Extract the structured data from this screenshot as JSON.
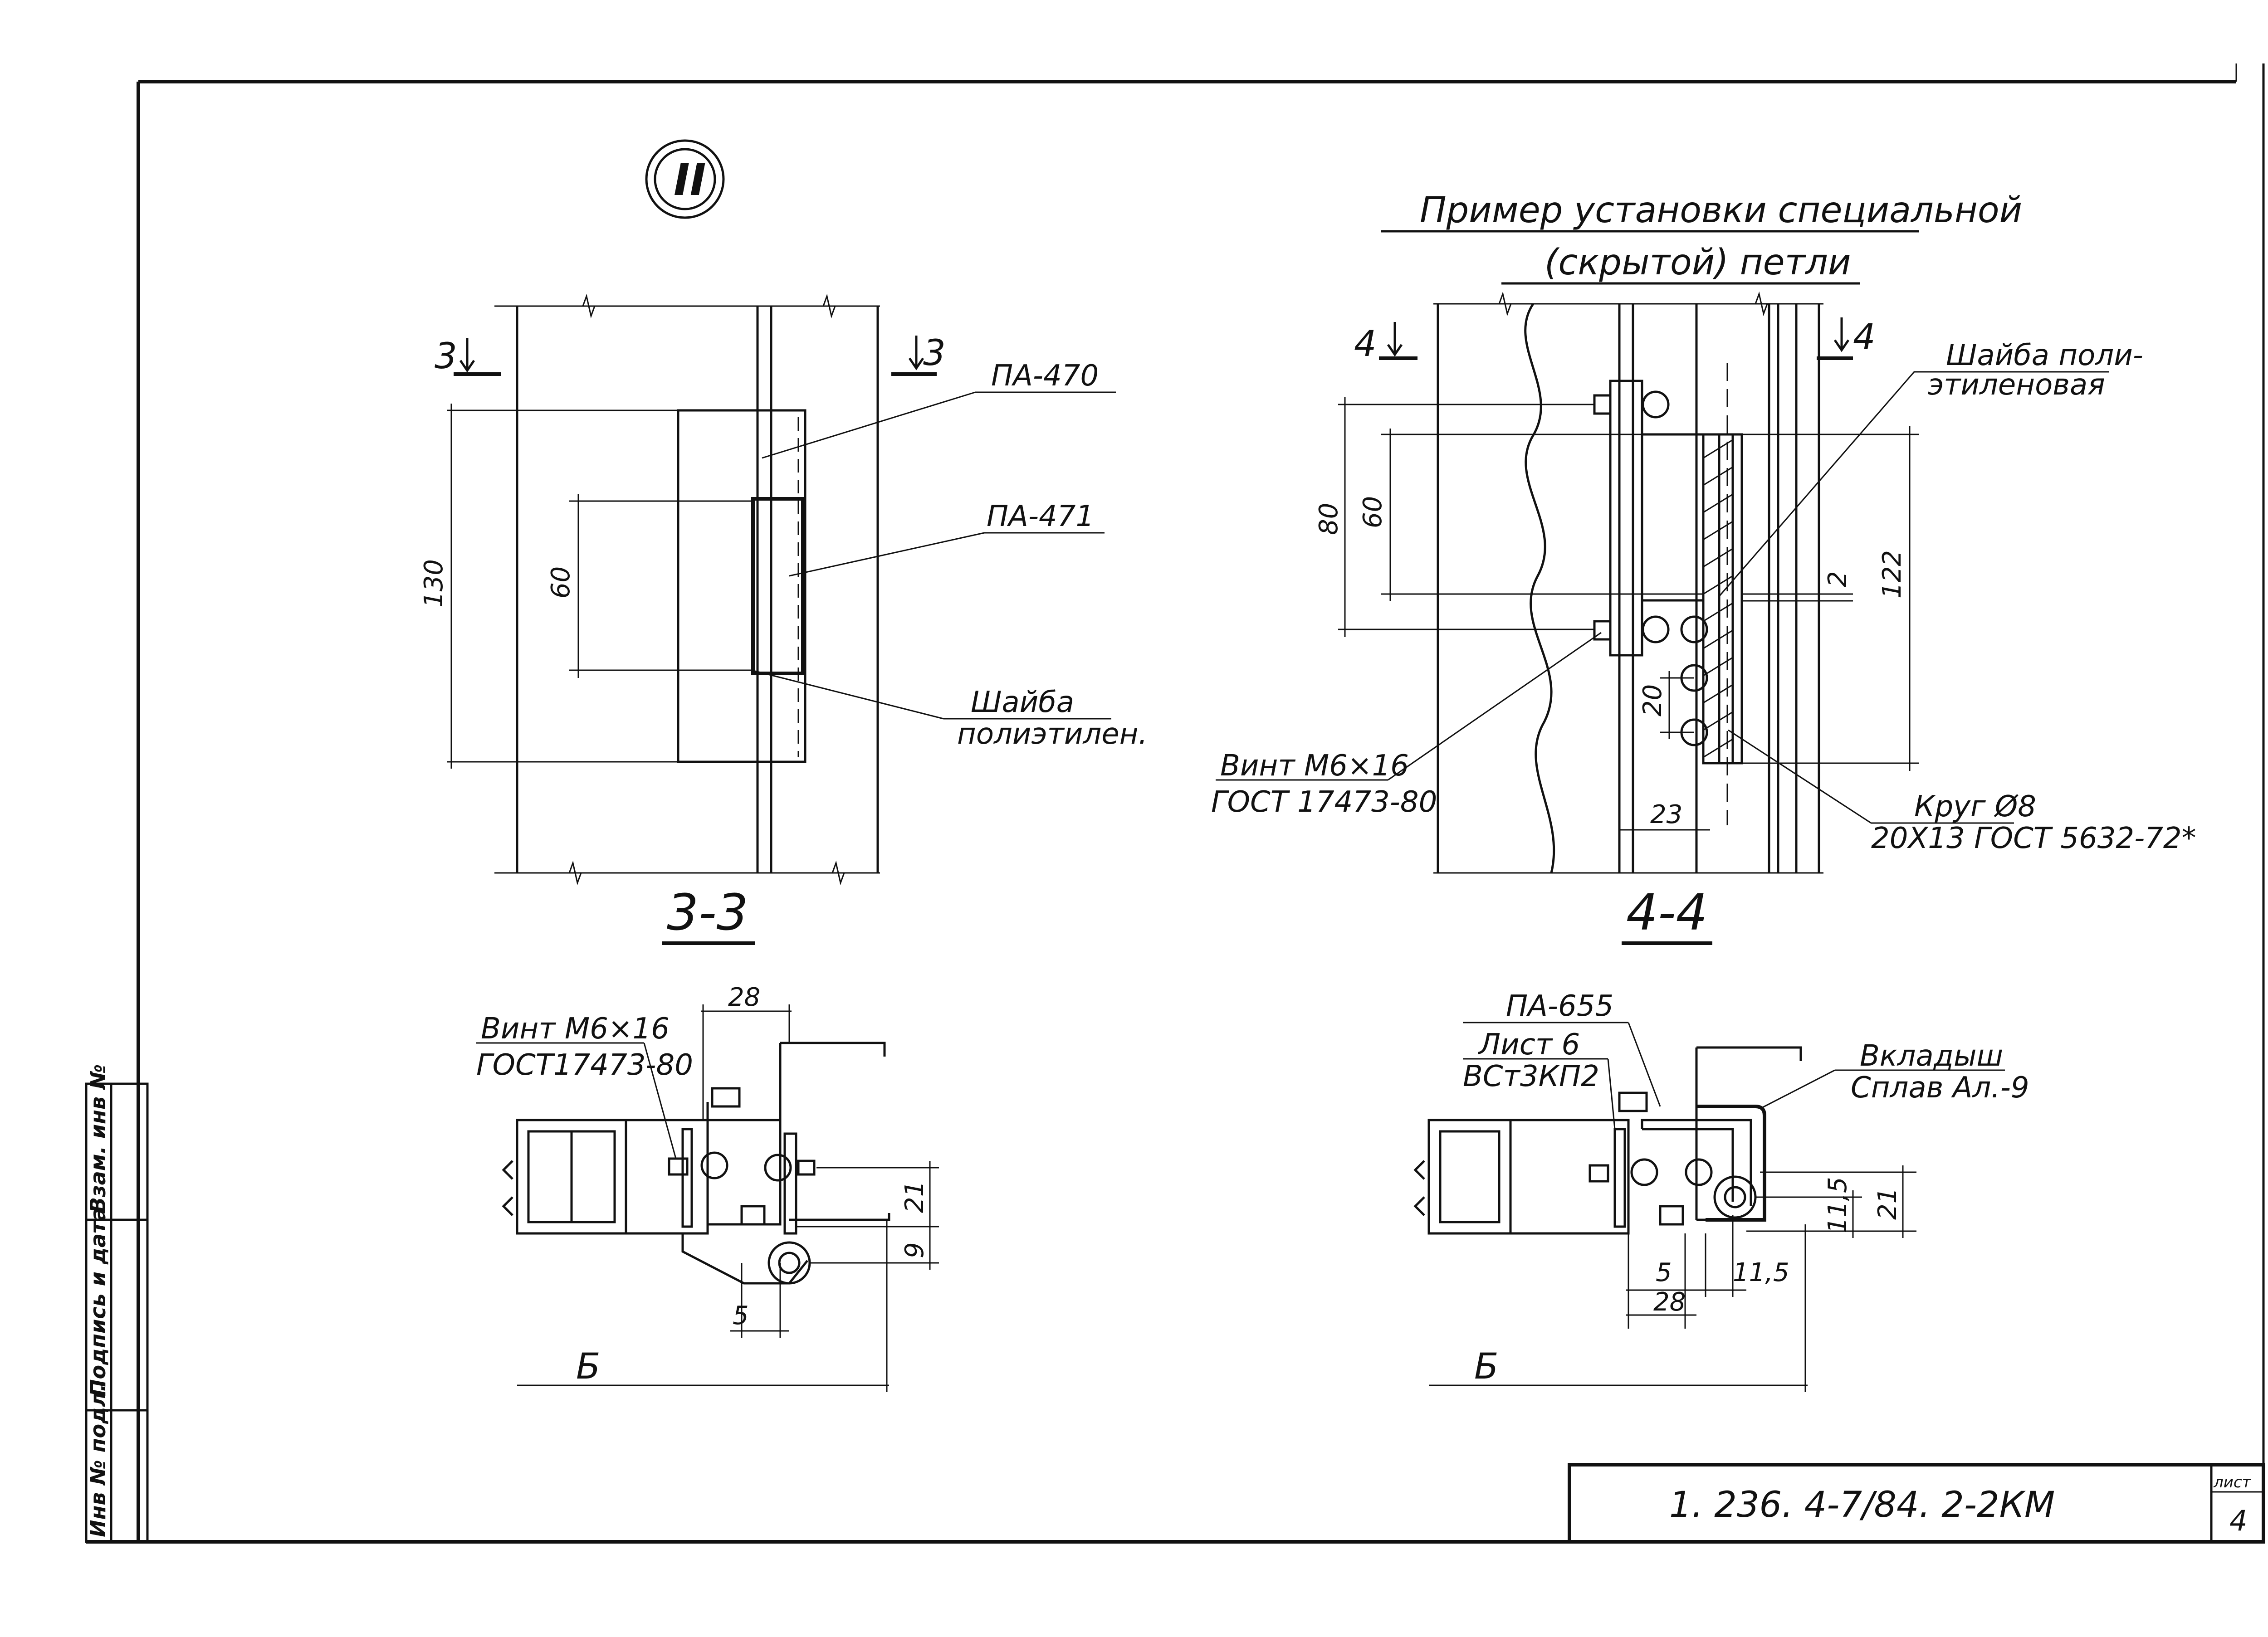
{
  "sheet": {
    "doc_code": "1. 236. 4-7/84. 2-2КМ",
    "sheet_label": "лист",
    "sheet_number": "4",
    "node_marker": "II"
  },
  "side_stamp": {
    "inv_no": "Инв № подл.",
    "sign_date": "Подпись и дата",
    "replace_inv": "Взам. инв №"
  },
  "section33": {
    "title": "3-3",
    "cut_left": "3",
    "cut_right": "3",
    "label_pa470": "ПА-470",
    "label_pa471": "ПА-471",
    "washer_line1": "Шайба",
    "washer_line2": "полиэтилен.",
    "dim_130": "130",
    "dim_60": "60"
  },
  "section44": {
    "heading_line1": "Пример установки специальной",
    "heading_line2": "(скрытой) петли",
    "title": "4-4",
    "cut_left": "4",
    "cut_right": "4",
    "washer_line1": "Шайба поли-",
    "washer_line2": "этиленовая",
    "screw_line1": "Винт М6×16",
    "screw_line2": "ГОСТ 17473-80",
    "rod_line1": "Круг Ø8",
    "rod_line2": "20Х13 ГОСТ 5632-72*",
    "dim_80": "80",
    "dim_60": "60",
    "dim_122": "122",
    "dim_2": "2",
    "dim_20": "20",
    "dim_23": "23"
  },
  "planB_left": {
    "screw_line1": "Винт М6×16",
    "screw_line2": "ГОСТ17473-80",
    "dim_28": "28",
    "dim_21": "21",
    "dim_9": "9",
    "dim_5": "5",
    "dim_B": "Б"
  },
  "planB_right": {
    "pa655": "ПА-655",
    "sheet_line1": "Лист 6",
    "sheet_line2": "ВСт3КП2",
    "insert_line1": "Вкладыш",
    "insert_line2": "Сплав Ал.-9",
    "dim_21": "21",
    "dim_11_5a": "11,5",
    "dim_11_5b": "11,5",
    "dim_5": "5",
    "dim_28": "28",
    "dim_B": "Б"
  }
}
